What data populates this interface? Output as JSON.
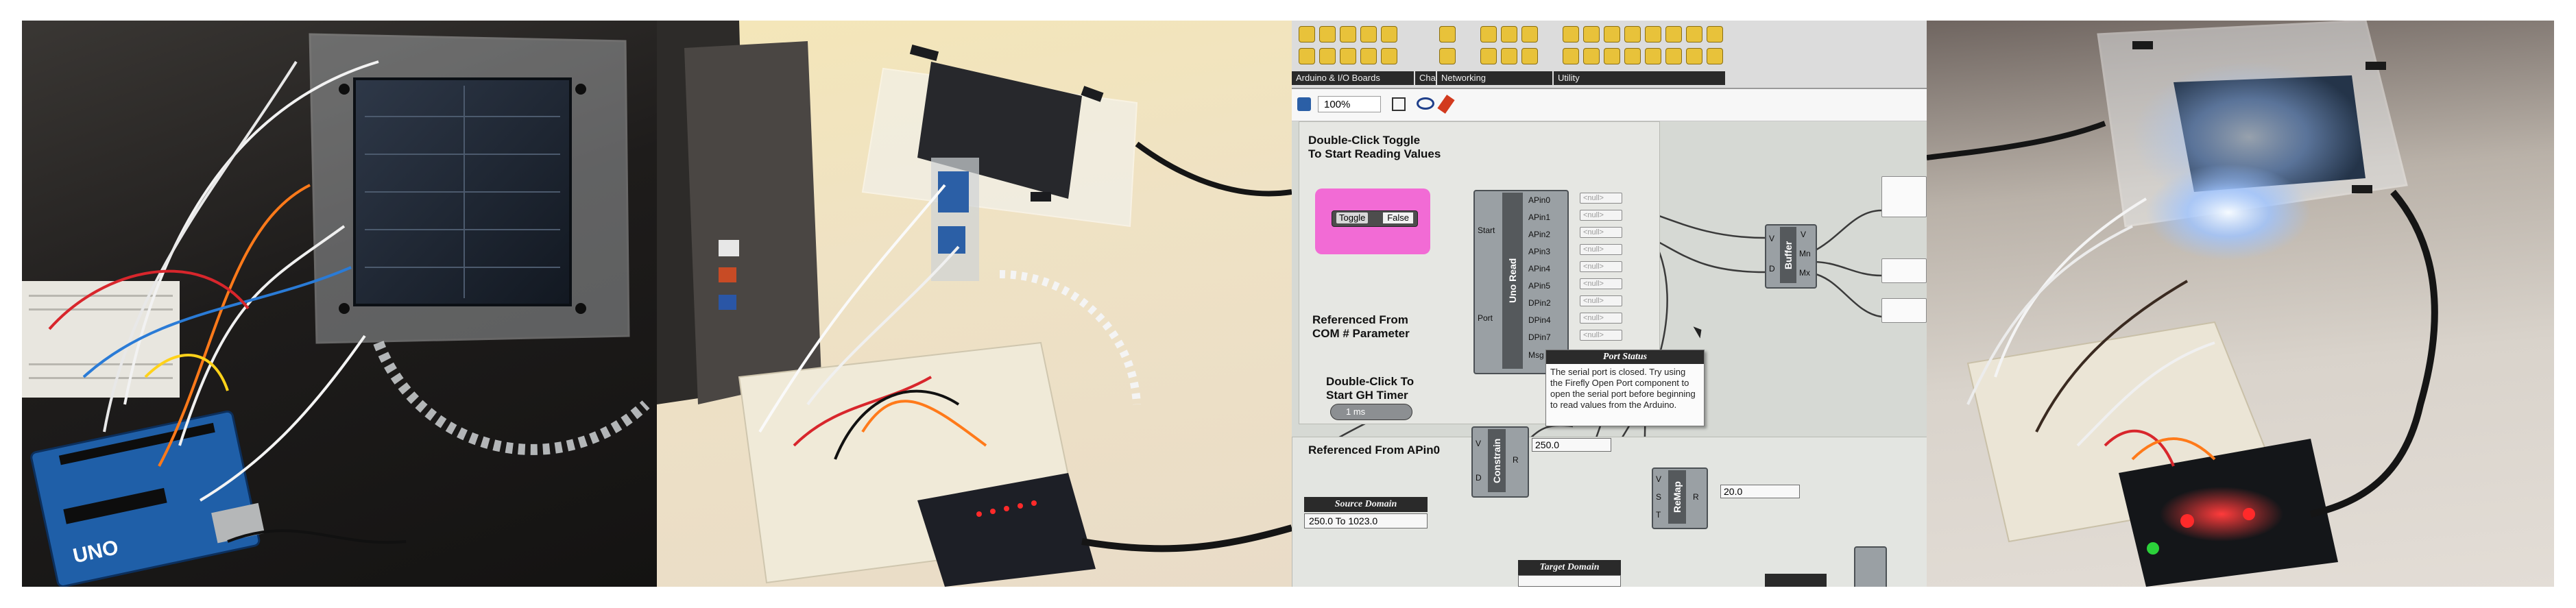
{
  "gh": {
    "ribbon_groups": [
      "Arduino & I/O Boards",
      "Cha",
      "Networking",
      "Utility"
    ],
    "zoom": "100%",
    "notes": {
      "toggle_note": "Double-Click Toggle\nTo Start Reading Values",
      "com_note": "Referenced From\nCOM # Parameter",
      "timer_note": "Double-Click To\nStart GH Timer",
      "apin_note": "Referenced From APin0"
    },
    "toggle": {
      "label": "Toggle",
      "value": "False"
    },
    "timer_label": "1 ms",
    "uno_read": {
      "title": "Uno Read",
      "inputs": [
        "Start",
        "Port"
      ],
      "outputs": [
        "APin0",
        "APin1",
        "APin2",
        "APin3",
        "APin4",
        "APin5",
        "DPin2",
        "DPin4",
        "DPin7",
        "Msg"
      ]
    },
    "output_panels": [
      "<null>",
      "<null>",
      "<null>",
      "<null>",
      "<null>",
      "<null>",
      "<null>",
      "<null>",
      "<null>"
    ],
    "buffer": {
      "title": "Buffer",
      "inputs": [
        "V",
        "D"
      ],
      "outputs": [
        "V",
        "Mn",
        "Mx"
      ]
    },
    "constrain": {
      "title": "Constrain",
      "inputs": [
        "V",
        "D"
      ],
      "output": "R",
      "value": "250.0"
    },
    "remap": {
      "title": "ReMap",
      "inputs": [
        "V",
        "S",
        "T"
      ],
      "output": "R",
      "value": "20.0"
    },
    "source_domain": {
      "header": "Source Domain",
      "value": "250.0 To 1023.0"
    },
    "target_domain": {
      "header": "Target Domain"
    },
    "tooltip": {
      "title": "Port Status",
      "body": "The serial port is closed. Try using the Firefly Open Port component to open the serial port before beginning to read values from the Arduino."
    }
  },
  "photos": {
    "board_label": "UNO"
  },
  "colors": {
    "toggle_highlight": "#f26bd5",
    "arduino_blue": "#1f5fa8",
    "led_red": "#ff2a2a",
    "led_green": "#2bd13a",
    "led_glow": "#e8f2ff"
  }
}
